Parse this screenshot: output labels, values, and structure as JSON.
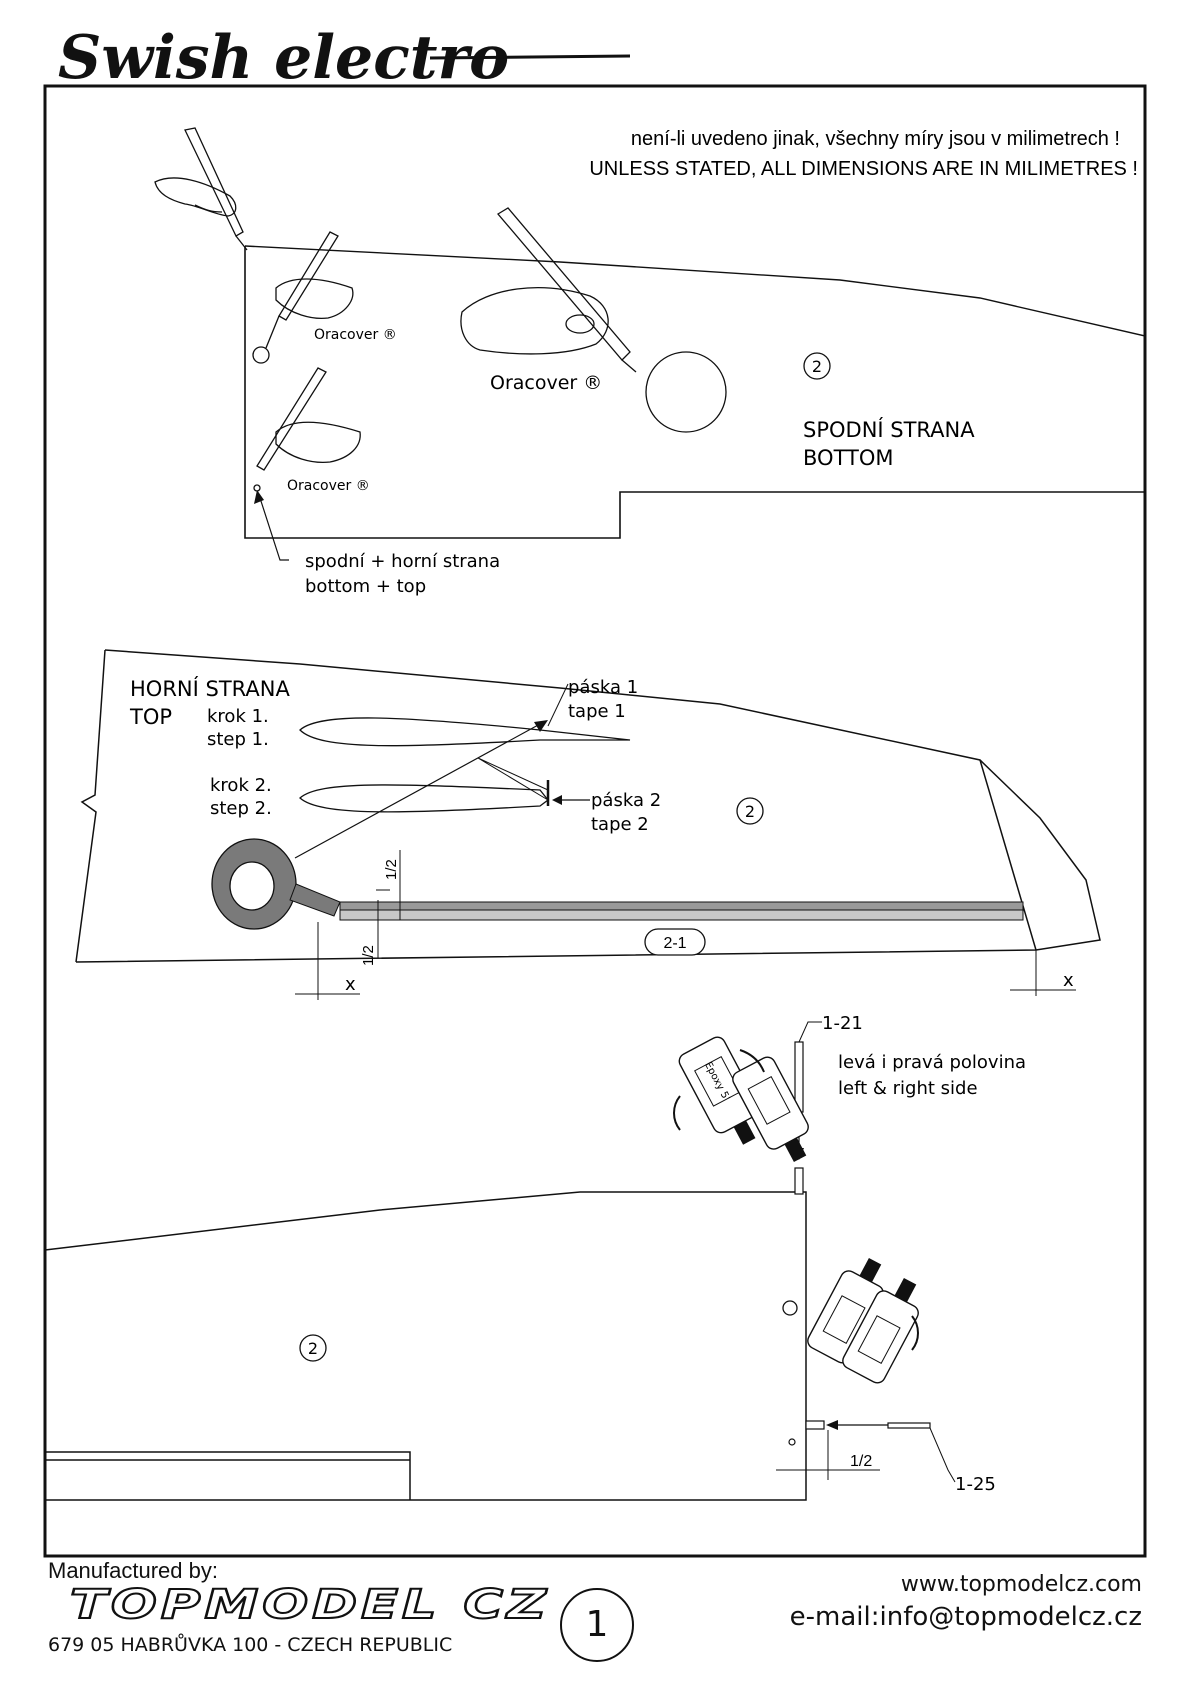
{
  "header": {
    "title": "Swish electro"
  },
  "notice": {
    "line_cz": "není-li uvedeno jinak, všechny míry jsou v milimetrech !",
    "line_en": "UNLESS STATED, ALL DIMENSIONS ARE IN MILIMETRES !"
  },
  "step1": {
    "material_small": "Oracover ®",
    "material_large": "Oracover ®",
    "material_tiny": "Oracover ®",
    "part_number": "2",
    "side_cz": "SPODNÍ STRANA",
    "side_en": "BOTTOM",
    "note_cz": "spodní + horní strana",
    "note_en": "bottom + top"
  },
  "step2": {
    "side_cz": "HORNÍ STRANA",
    "side_en": "TOP",
    "step1_cz": "krok 1.",
    "step1_en": "step 1.",
    "step2_cz": "krok 2.",
    "step2_en": "step 2.",
    "tape1_cz": "páska 1",
    "tape1_en": "tape 1",
    "tape2_cz": "páska 2",
    "tape2_en": "tape 2",
    "part_number": "2",
    "strip_label": "2-1",
    "dim_half_top": "1/2",
    "dim_half_bottom": "1/2",
    "dim_x_left": "x",
    "dim_x_right": "x"
  },
  "step3": {
    "pin_top": "1-21",
    "side_cz": "levá i pravá polovina",
    "side_en": "left & right side",
    "part_number": "2",
    "dim_half": "1/2",
    "pin_bottom": "1-25",
    "glue_label": "Epoxy 5'"
  },
  "footer": {
    "manufactured_by": "Manufactured by:",
    "brand": "TOPMODEL CZ",
    "address": "679 05 HABRŮVKA 100 - CZECH REPUBLIC",
    "website": "www.topmodelcz.com",
    "email": "e-mail:info@topmodelcz.cz",
    "page_number": "1"
  }
}
